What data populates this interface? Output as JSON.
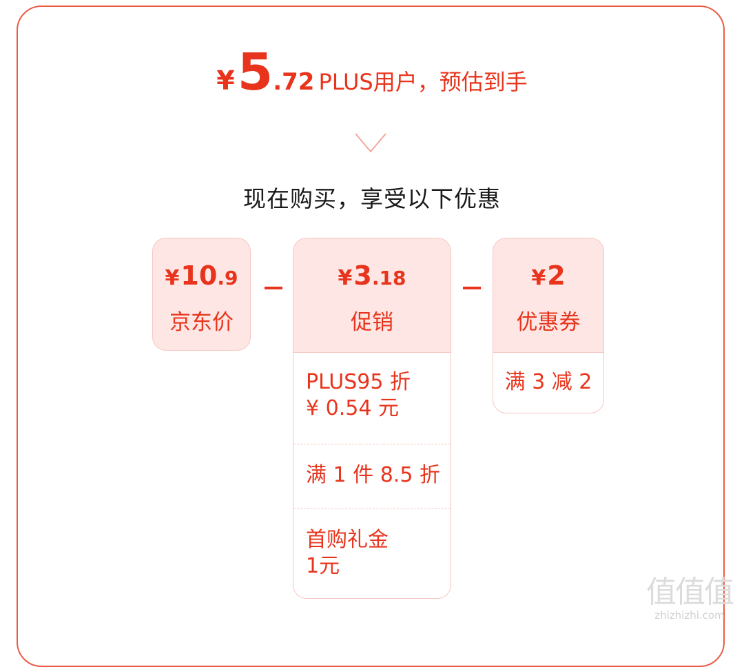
{
  "headline": {
    "currency": "¥",
    "price_integer": "5",
    "price_decimal": ".72",
    "caption": "PLUS用户，预估到手"
  },
  "subtitle": "现在购买，享受以下优惠",
  "breakdown": {
    "jd_price": {
      "currency": "¥",
      "integer": "10",
      "decimal": ".9",
      "label": "京东价"
    },
    "operator_1": "−",
    "promotion": {
      "currency": "¥",
      "integer": "3",
      "decimal": ".18",
      "label": "促销",
      "items": [
        {
          "line1": "PLUS95 折",
          "line2": "¥ 0.54 元"
        },
        {
          "line1": "满 1 件 8.5 折",
          "line2": ""
        },
        {
          "line1": "首购礼金",
          "line2": "1元"
        }
      ]
    },
    "operator_2": "−",
    "coupon": {
      "currency": "¥",
      "integer": "2",
      "decimal": "",
      "label": "优惠券",
      "items": [
        {
          "line1": "满 3 减 2"
        }
      ]
    }
  },
  "watermark": {
    "glyphs": "值值值",
    "domain": "zhizhizhi.com"
  },
  "colors": {
    "accent": "#e8341c",
    "card_border": "#ec5a45",
    "box_fill": "#fde6e3",
    "box_border": "#f5c6c0"
  }
}
